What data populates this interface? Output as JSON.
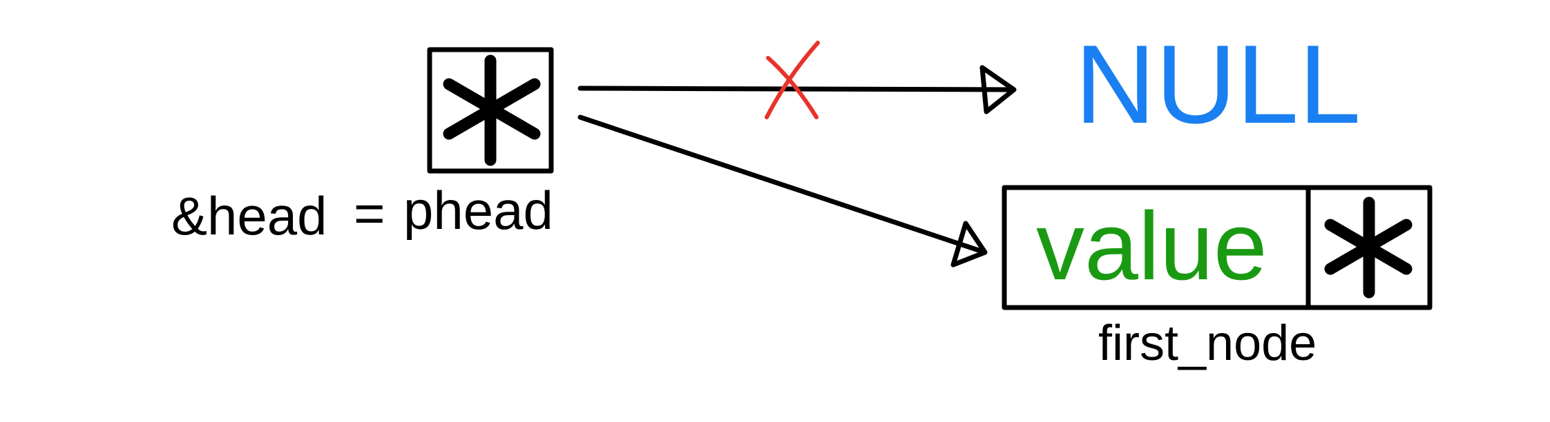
{
  "pointer_variable": {
    "left_label": "&head",
    "equals": "=",
    "right_label": "phead",
    "cell_glyph": "asterisk-icon"
  },
  "null_target": {
    "text": "NULL",
    "arrow_crossed_out": true
  },
  "first_node": {
    "value_text": "value",
    "next_cell_glyph": "asterisk-icon",
    "caption": "first_node"
  },
  "colors": {
    "ink": "#000000",
    "null_text": "#1a7ff0",
    "value_text": "#1a9a12",
    "cross_mark": "#e8322a",
    "background": "#ffffff"
  }
}
